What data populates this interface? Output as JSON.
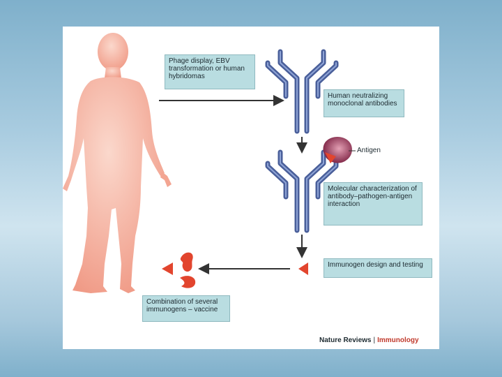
{
  "boxes": {
    "phage": "Phage display, EBV transformation or human hybridomas",
    "antibodies": "Human neutralizing monoclonal antibodies",
    "characterization": "Molecular characterization of antibody–pathogen-antigen interaction",
    "immunogen": "Immunogen design and testing",
    "vaccine": "Combination of several immunogens – vaccine"
  },
  "labels": {
    "antigen": "Antigen"
  },
  "credit": {
    "publisher": "Nature Reviews",
    "separator": "|",
    "journal": "Immunology"
  },
  "colors": {
    "body": "#f3a592",
    "antibody": "#4a5f9a",
    "antigen_red": "#e2452e",
    "antigen_purple": "#8e2a4c",
    "box_fill": "#b9dde1",
    "arrow": "#333333"
  }
}
